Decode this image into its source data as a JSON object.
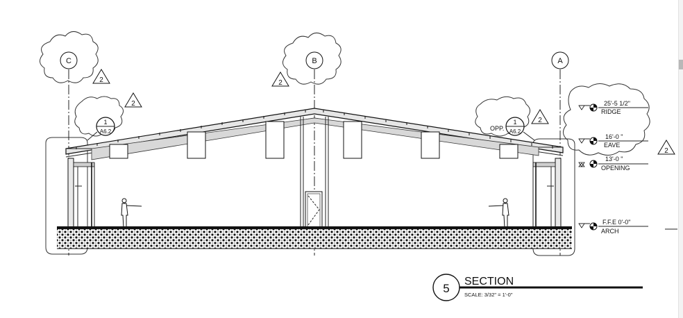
{
  "grid_bubbles": [
    {
      "label": "C"
    },
    {
      "label": "B"
    },
    {
      "label": "A"
    }
  ],
  "revision_tag": "2",
  "detail_callouts": [
    {
      "number": "1",
      "sheet": "A6.2",
      "prefix": ""
    },
    {
      "number": "1",
      "sheet": "A6.2",
      "prefix": "OPP."
    }
  ],
  "elevations": [
    {
      "value": "25'-5 1/2\"",
      "name": "RIDGE"
    },
    {
      "value": "16'-0 \"",
      "name": "EAVE"
    },
    {
      "value": "13'-0 \"",
      "name": "OPENING"
    },
    {
      "value": "F.F.E 0'-0\"",
      "name": "ARCH"
    }
  ],
  "title_block": {
    "number": "5",
    "title": "SECTION",
    "scale": "SCALE: 3/32\" = 1'-0\""
  }
}
